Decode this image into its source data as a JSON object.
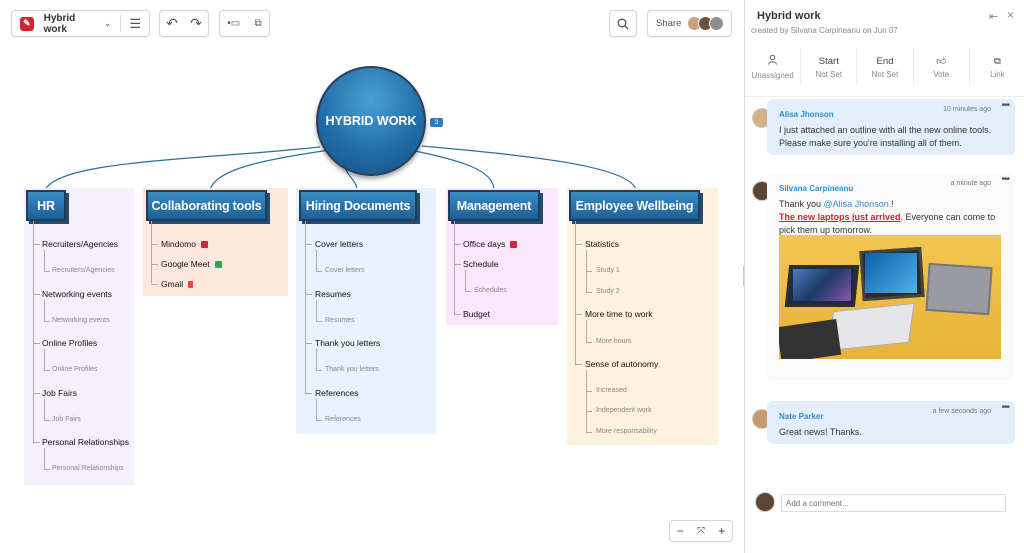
{
  "toolbar": {
    "map_title": "Hybrid work",
    "share_label": "Share"
  },
  "map": {
    "center": "HYBRID WORK",
    "center_badge": "3",
    "branches": [
      {
        "title": "HR",
        "color": "#f6effc",
        "items": [
          {
            "label": "Recruiters/Agencies",
            "sub": [
              "Recruiters/Agencies"
            ]
          },
          {
            "label": "Networking events",
            "sub": [
              "Networking events"
            ]
          },
          {
            "label": "Online Profiles",
            "sub": [
              "Online Profiles"
            ]
          },
          {
            "label": "Job Fairs",
            "sub": [
              "Job Fairs"
            ]
          },
          {
            "label": "Personal Relationships",
            "sub": [
              "Personal Relationships"
            ]
          }
        ]
      },
      {
        "title": "Collaborating tools",
        "color": "#fde8dd",
        "items": [
          {
            "label": "Mindomo",
            "sub": []
          },
          {
            "label": "Google Meet",
            "sub": []
          },
          {
            "label": "Gmail",
            "sub": []
          }
        ]
      },
      {
        "title": "Hiring Documents",
        "color": "#e8f2fc",
        "items": [
          {
            "label": "Cover letters",
            "sub": [
              "Cover letters"
            ]
          },
          {
            "label": "Resumes",
            "sub": [
              "Resumes"
            ]
          },
          {
            "label": "Thank you letters",
            "sub": [
              "Thank you letters"
            ]
          },
          {
            "label": "References",
            "sub": [
              "References"
            ]
          }
        ]
      },
      {
        "title": "Management",
        "color": "#fbe7fb",
        "items": [
          {
            "label": "Office days",
            "sub": []
          },
          {
            "label": "Schedule",
            "sub": [
              "Schedules"
            ]
          },
          {
            "label": "Budget",
            "sub": []
          }
        ]
      },
      {
        "title": "Employee Wellbeing",
        "color": "#fdf2de",
        "items": [
          {
            "label": "Statistics",
            "sub": [
              "Study 1",
              "Study 2"
            ]
          },
          {
            "label": "More time to work",
            "sub": [
              "More hours"
            ]
          },
          {
            "label": "Sense of autonomy",
            "sub": [
              "Increased",
              "Independent work",
              "More responsability"
            ]
          }
        ]
      }
    ]
  },
  "zoom": {
    "minus": "−",
    "plus": "+"
  },
  "panel": {
    "title": "Hybrid work",
    "subtitle": "created by Silvana Carpineanu on Jun 07",
    "actions": [
      {
        "top": "",
        "label": "Unassigned",
        "icon": "person-icon"
      },
      {
        "top": "Start",
        "label": "Not Set",
        "icon": ""
      },
      {
        "top": "End",
        "label": "Not Set",
        "icon": ""
      },
      {
        "top": "",
        "label": "Vote",
        "icon": "thumbs-up-icon"
      },
      {
        "top": "",
        "label": "Link",
        "icon": "link-icon"
      }
    ],
    "comments": [
      {
        "name": "Alisa Jhonson",
        "time": "10 minutes ago",
        "text": "I just attached an outline with all the new online tools. Please make sure you're installing all of them."
      },
      {
        "name": "Silvana Carpineanu",
        "time": "a minute ago",
        "text_prefix": "Thank you ",
        "mention": "@Alisa Jhonson",
        "text_mid": " !",
        "link": "The new laptops just arrived",
        "text_suffix": ". Everyone can come to pick them up tomorrow."
      },
      {
        "name": "Nate Parker",
        "time": "a few seconds ago",
        "text": "Great news! Thanks."
      }
    ],
    "comment_placeholder": "Add a comment..."
  }
}
